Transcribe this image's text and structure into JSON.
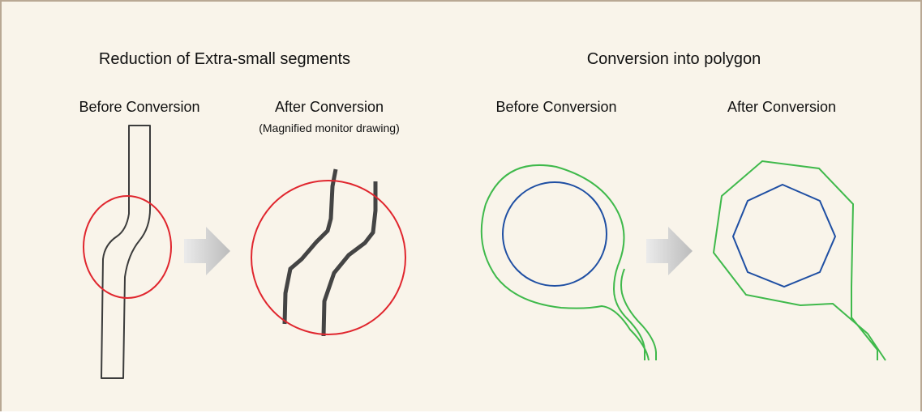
{
  "sections": [
    {
      "title": "Reduction of Extra-small segments",
      "before_label": "Before Conversion",
      "after_label": "After Conversion",
      "after_note": "(Magnified monitor drawing)"
    },
    {
      "title": "Conversion into polygon",
      "before_label": "Before Conversion",
      "after_label": "After Conversion"
    }
  ],
  "colors": {
    "background": "#f9f4ea",
    "border": "#b9a894",
    "trace": "#3c3c3c",
    "highlight_circle": "#e0262e",
    "pad_outline": "#3fb94b",
    "hole": "#1f4fa3",
    "arrow": "#c8c8c8"
  }
}
